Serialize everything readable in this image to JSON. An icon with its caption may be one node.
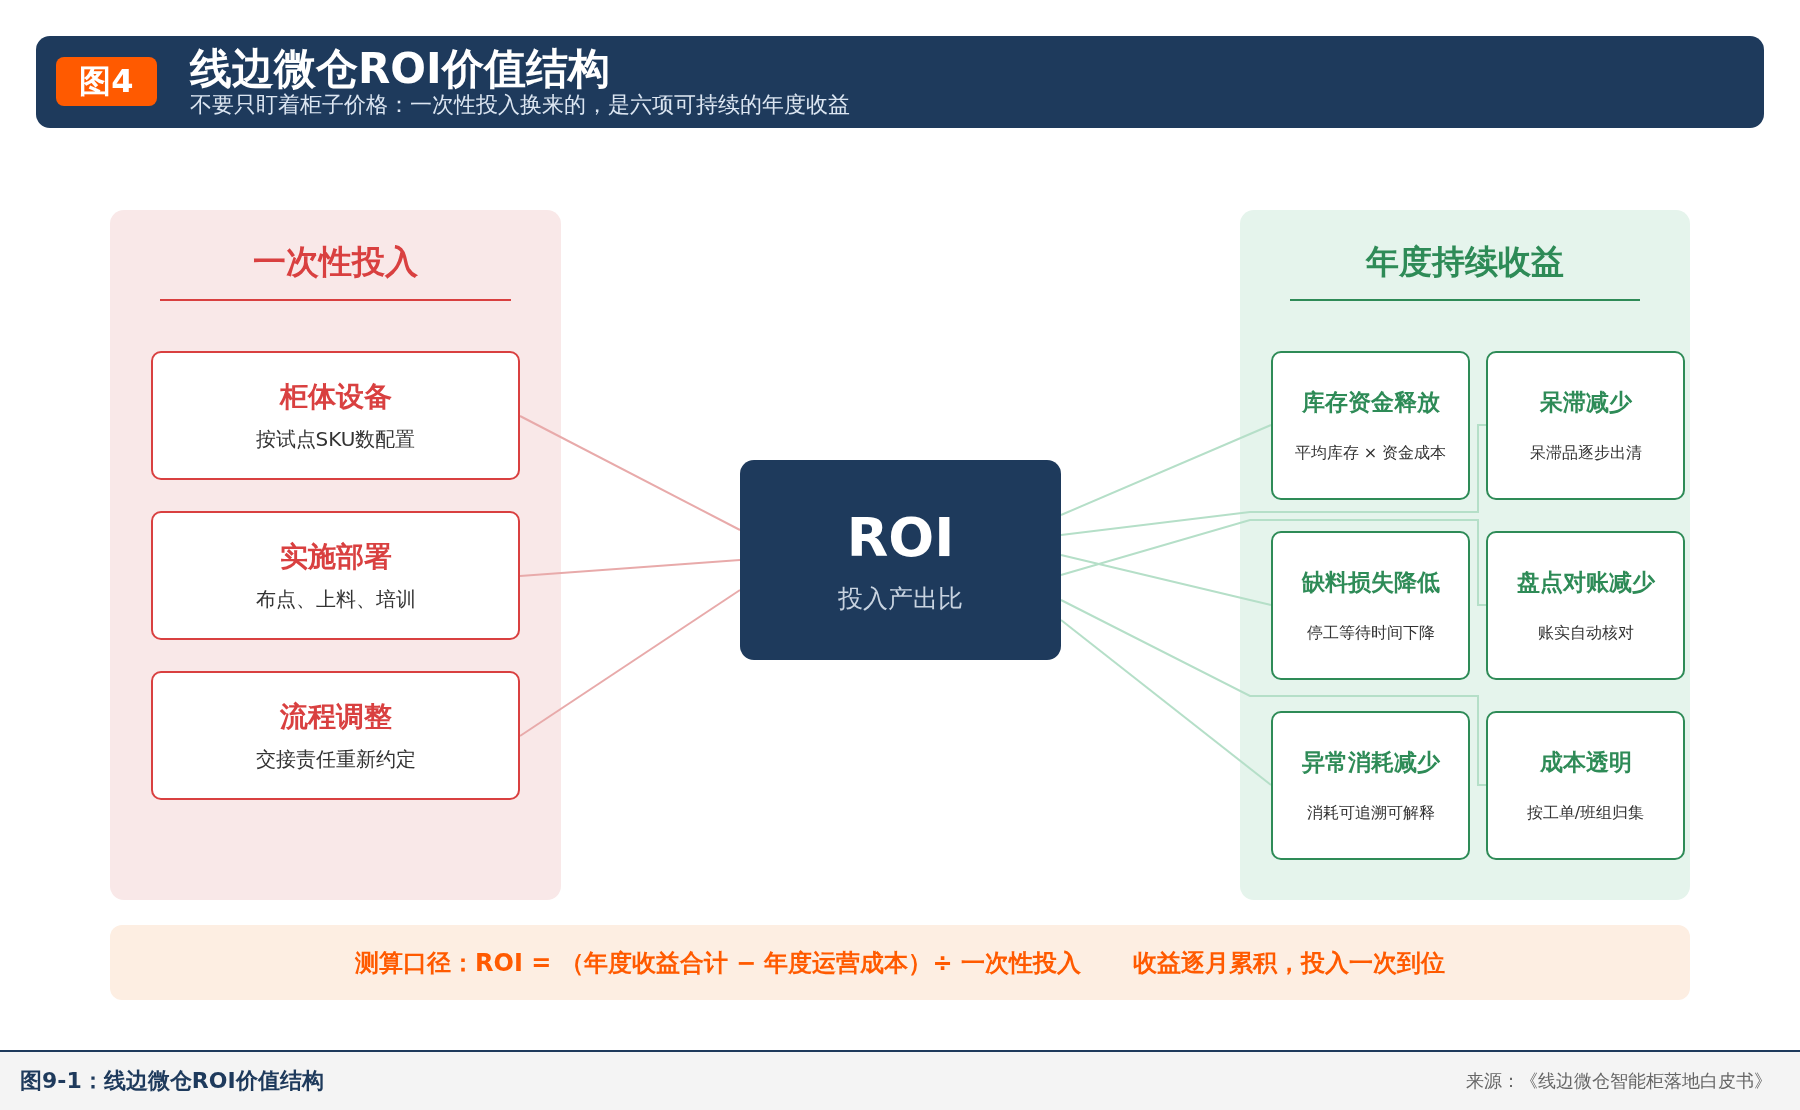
{
  "diagram": {
    "title": "线边微仓ROI价值结构",
    "caption": "图9-1：线边微仓ROI价值结构",
    "nodes": [
      {
        "text": [
          "一次性投入"
        ]
      },
      {
        "text": [
          "柜体设备",
          "按试点SKU数配置"
        ],
        "in": 0
      },
      {
        "text": [
          "实施部署",
          "布点、上料、培训"
        ],
        "in": 0
      },
      {
        "text": [
          "流程调整",
          "交接责任重新约定"
        ],
        "in": 0
      },
      {
        "text": [
          "ROI",
          "投入产出比"
        ]
      },
      {
        "text": [
          "年度持续收益"
        ]
      },
      {
        "text": [
          "库存资金释放",
          "平均库存 × 资金成本"
        ],
        "in": 5
      },
      {
        "text": [
          "呆滞减少",
          "呆滞品逐步出清"
        ],
        "in": 5
      },
      {
        "text": [
          "缺料损失降低",
          "停工等待时间下降"
        ],
        "in": 5
      },
      {
        "text": [
          "盘点对账减少",
          "账实自动核对"
        ],
        "in": 5
      },
      {
        "text": [
          "异常消耗减少",
          "消耗可追溯可解释"
        ],
        "in": 5
      },
      {
        "text": [
          "成本透明",
          "按工单/班组归集"
        ],
        "in": 5
      }
    ],
    "edges": [
      {
        "from": 1,
        "to": 4,
        "arrow": "none",
        "color": "#e8aaaa"
      },
      {
        "from": 2,
        "to": 4,
        "arrow": "none",
        "color": "#e8aaaa"
      },
      {
        "from": 3,
        "to": 4,
        "arrow": "none",
        "color": "#e8aaaa"
      },
      {
        "from": 4,
        "to": 6,
        "arrow": "none"
      },
      {
        "from": 4,
        "to": 7,
        "arrow": "none"
      },
      {
        "from": 4,
        "to": 8,
        "arrow": "none"
      },
      {
        "from": 4,
        "to": 9,
        "arrow": "none"
      },
      {
        "from": 4,
        "to": 10,
        "arrow": "none"
      },
      {
        "from": 4,
        "to": 11,
        "arrow": "none"
      }
    ],
    "labels": [
      "图4",
      "不要只盯着柜子价格：一次性投入换来的，是六项可持续的年度收益",
      "测算口径：ROI = （年度收益合计 − 年度运营成本）÷ 一次性投入",
      "收益逐月累积，投入一次到位",
      "来源：《线边微仓智能柜落地白皮书》"
    ]
  }
}
